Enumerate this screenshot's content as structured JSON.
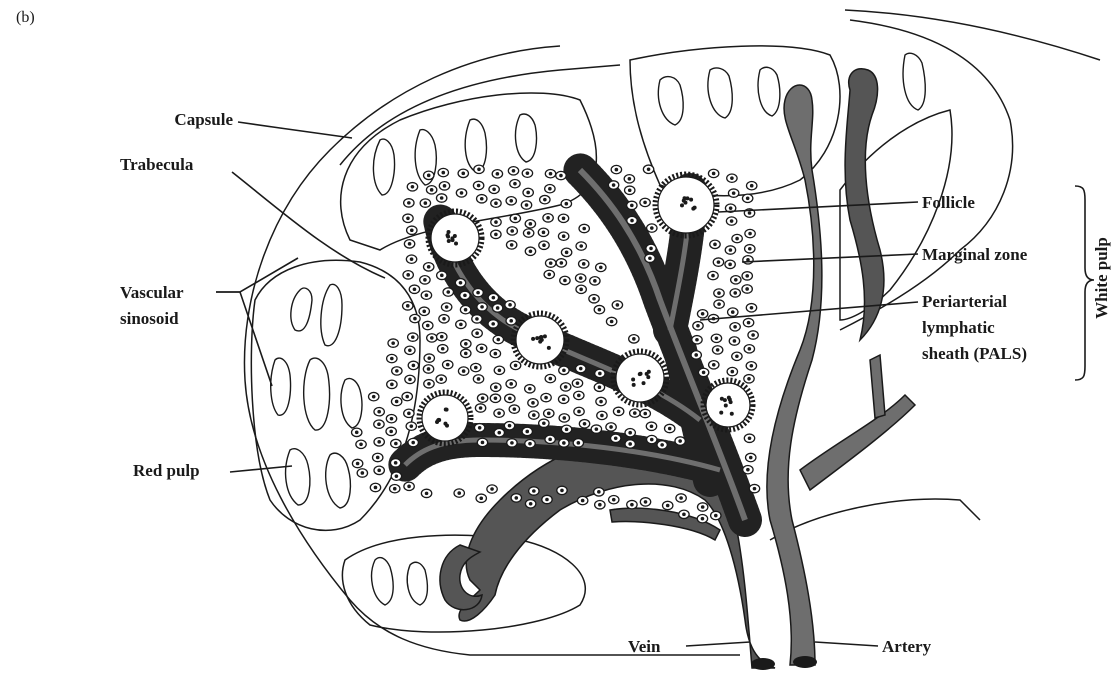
{
  "figure": {
    "panel_label": "(b)",
    "labels": {
      "capsule": "Capsule",
      "trabecula": "Trabecula",
      "vascular_sinosoid_line1": "Vascular",
      "vascular_sinosoid_line2": "sinosoid",
      "red_pulp": "Red pulp",
      "follicle": "Follicle",
      "marginal_zone": "Marginal zone",
      "pals_line1": "Periarterial",
      "pals_line2": "lymphatic",
      "pals_line3": "sheath (PALS)",
      "white_pulp": "White pulp",
      "vein": "Vein",
      "artery": "Artery"
    }
  },
  "colors": {
    "ink": "#1a1a1a",
    "vessel": "#6e6e6e",
    "background": "#ffffff"
  }
}
